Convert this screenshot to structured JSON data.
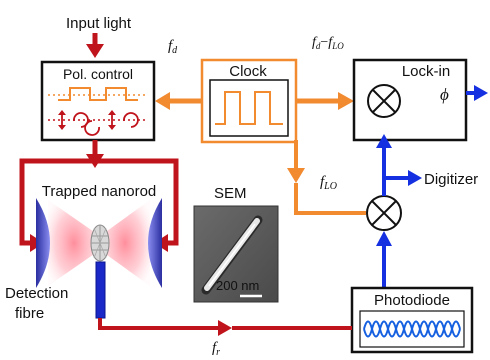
{
  "labels": {
    "input_light": "Input light",
    "pol_control": "Pol. control",
    "clock": "Clock",
    "lock_in": "Lock-in",
    "phase_symbol": "ϕ",
    "digitizer": "Digitizer",
    "trapped_nanorod": "Trapped nanorod",
    "sem": "SEM",
    "scale_bar": "200 nm",
    "detection_line1": "Detection",
    "detection_line2": "fibre",
    "photodiode": "Photodiode"
  },
  "frequencies": {
    "fd_base": "f",
    "fd_sub": "d",
    "fdiff_a": "f",
    "fdiff_a_sub": "d",
    "fdiff_minus": "−",
    "fdiff_b": "f",
    "fdiff_b_sub": "LO",
    "flo_base": "f",
    "flo_sub": "LO",
    "fr_base": "f",
    "fr_sub": "r"
  },
  "colors": {
    "optical": "#c0141c",
    "rf_clock": "#f28a30",
    "electrical": "#1530e0",
    "box_stroke": "#111111"
  }
}
